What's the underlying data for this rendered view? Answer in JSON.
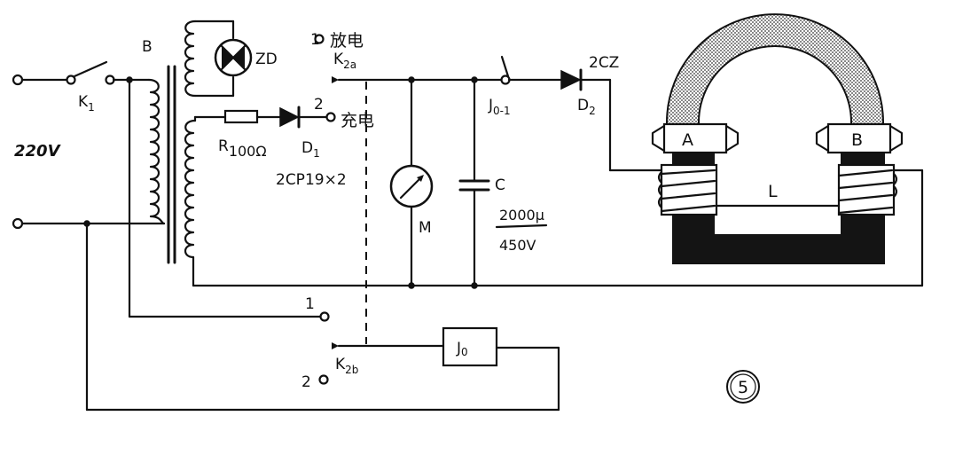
{
  "labels": {
    "supply": "220V",
    "switch_k1": "K",
    "switch_k1_sub": "1",
    "transformer": "B",
    "lamp": "ZD",
    "discharge_num": "1",
    "discharge_text": "放电",
    "switch_k2a": "K",
    "switch_k2a_sub": "2a",
    "charge_num": "2",
    "charge_text": "充电",
    "resistor": "R",
    "resistor_value": "100Ω",
    "diode_d1": "D",
    "diode_d1_sub": "1",
    "diode_d1_type": "2CP19×2",
    "meter": "M",
    "capacitor": "C",
    "capacitor_value": "2000μ",
    "capacitor_voltage": "450V",
    "relay_contact": "J",
    "relay_contact_sub": "0-1",
    "diode_d2_type": "2CZ",
    "diode_d2": "D",
    "diode_d2_sub": "2",
    "pole_a": "A",
    "pole_b": "B",
    "coil": "L",
    "k2b_pos1": "1",
    "k2b_pos2": "2",
    "switch_k2b": "K",
    "switch_k2b_sub": "2b",
    "relay": "J",
    "relay_sub": "0",
    "figure_number": "5"
  }
}
